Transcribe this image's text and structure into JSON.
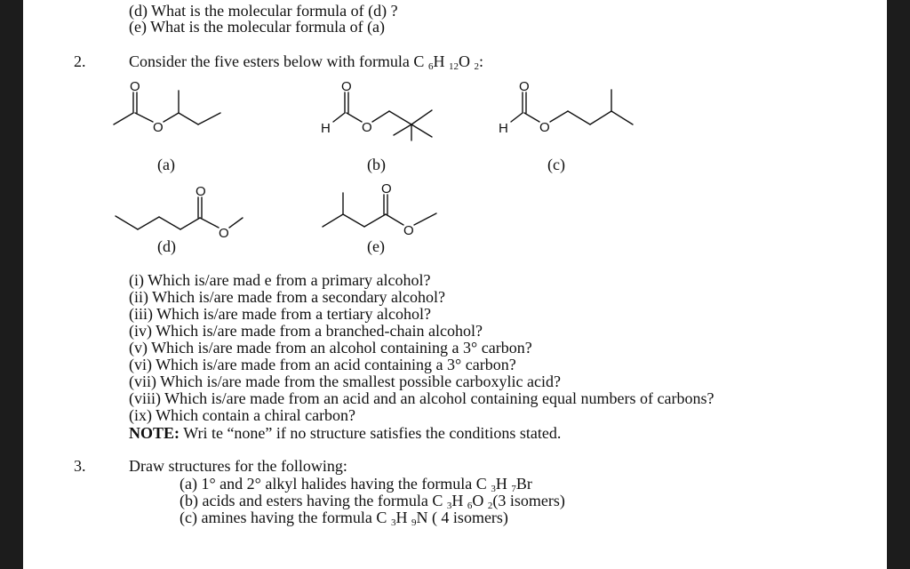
{
  "q1": {
    "line_d": "(d) What is the molecular formula of (d) ?",
    "line_e": "(e) What is the molecular formula of (a)"
  },
  "q2": {
    "number": "2.",
    "intro_text": "Consider the five esters below with formula C",
    "formula": {
      "c": "6",
      "h_sym": "H",
      "h": "12",
      "o_sym": "O",
      "o": "2",
      "tail": ":"
    },
    "structure_labels": [
      "(a)",
      "(b)",
      "(c)",
      "(d)",
      "(e)"
    ],
    "atom_labels": {
      "oxygen": "O",
      "hydrogen": "H"
    },
    "questions": [
      "(i) Which is/are mad e from a primary alcohol?",
      "(ii) Which is/are made from a secondary alcohol?",
      "(iii) Which is/are made from a tertiary alcohol?",
      "(iv) Which is/are made from a branched-chain alcohol?",
      "(v) Which is/are made from an alcohol containing a 3° carbon?",
      "(vi) Which is/are made from an acid containing a 3° carbon?",
      "(vii) Which is/are made from the smallest possible carboxylic acid?",
      "(viii) Which is/are made from an acid and an alcohol containing equal numbers of carbons?",
      "(ix) Which contain a chiral carbon?"
    ],
    "note_label": "NOTE:",
    "note_text": " Wri te “none” if no structure satisfies the conditions stated."
  },
  "q3": {
    "number": "3.",
    "intro": "Draw structures for the following:",
    "a": {
      "pre": "(a) 1° and 2° alkyl halides having the formula C",
      "c": "3",
      "h_sym": "H",
      "h": "7",
      "tail": "Br"
    },
    "b": {
      "pre": "(b) acids and esters having the formula C",
      "c": "3",
      "h_sym": "H",
      "h": "6",
      "o_sym": "O",
      "o": "2",
      "tail": "(3 isomers)"
    },
    "c": {
      "pre": "(c) amines having the formula C",
      "c": "3",
      "h_sym": "H",
      "h": "9",
      "n_sym": "N",
      "tail": "( 4 isomers)"
    }
  }
}
